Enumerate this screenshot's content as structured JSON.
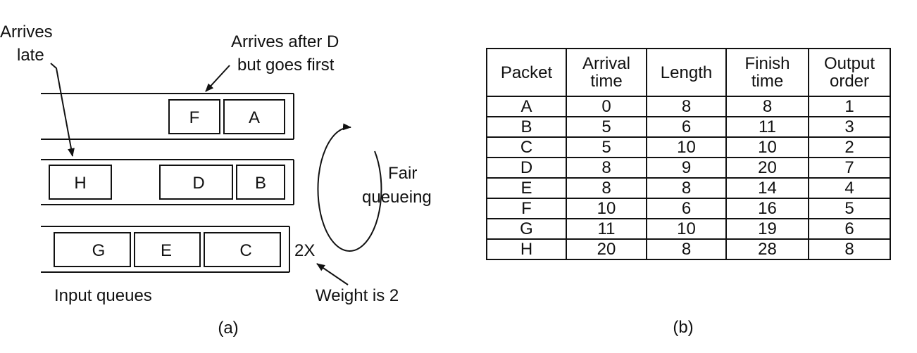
{
  "panel_a": {
    "caption": "(a)",
    "queues": [
      {
        "packets": [
          "F",
          "A"
        ]
      },
      {
        "packets": [
          "H",
          "D",
          "B"
        ]
      },
      {
        "packets": [
          "G",
          "E",
          "C"
        ],
        "weight_mark": "2X"
      }
    ],
    "labels": {
      "arrives_late_1": "Arrives",
      "arrives_late_2": "late",
      "arrives_after_1": "Arrives after D",
      "arrives_after_2": "but goes first",
      "fair_1": "Fair",
      "fair_2": "queueing",
      "input_queues": "Input queues",
      "weight": "Weight is 2"
    }
  },
  "panel_b": {
    "caption": "(b)",
    "columns": [
      "Packet",
      "Arrival\ntime",
      "Length",
      "Finish\ntime",
      "Output\norder"
    ],
    "rows": [
      [
        "A",
        "0",
        "8",
        "8",
        "1"
      ],
      [
        "B",
        "5",
        "6",
        "11",
        "3"
      ],
      [
        "C",
        "5",
        "10",
        "10",
        "2"
      ],
      [
        "D",
        "8",
        "9",
        "20",
        "7"
      ],
      [
        "E",
        "8",
        "8",
        "14",
        "4"
      ],
      [
        "F",
        "10",
        "6",
        "16",
        "5"
      ],
      [
        "G",
        "11",
        "10",
        "19",
        "6"
      ],
      [
        "H",
        "20",
        "8",
        "28",
        "8"
      ]
    ]
  }
}
